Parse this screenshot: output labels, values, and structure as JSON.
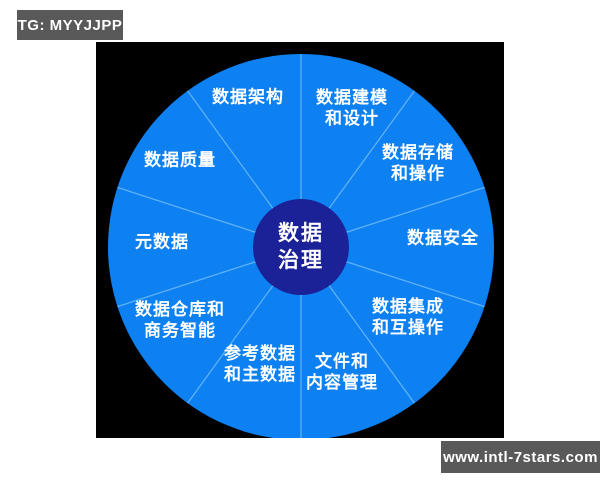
{
  "badges": {
    "top_left": "TG: MYYJJPP",
    "bottom_right": "www.intl-7stars.com"
  },
  "wheel": {
    "center": {
      "lines": [
        "数据",
        "治理"
      ]
    },
    "segments": [
      {
        "lines": [
          "数据架构"
        ]
      },
      {
        "lines": [
          "数据建模",
          "和设计"
        ]
      },
      {
        "lines": [
          "数据存储",
          "和操作"
        ]
      },
      {
        "lines": [
          "数据安全"
        ]
      },
      {
        "lines": [
          "数据集成",
          "和互操作"
        ]
      },
      {
        "lines": [
          "文件和",
          "内容管理"
        ]
      },
      {
        "lines": [
          "参考数据",
          "和主数据"
        ]
      },
      {
        "lines": [
          "数据仓库和",
          "商务智能"
        ]
      },
      {
        "lines": [
          "元数据"
        ]
      },
      {
        "lines": [
          "数据质量"
        ]
      }
    ]
  },
  "colors": {
    "wheel_blue": "#0d80f2",
    "divider_blue": "#5fb1f6",
    "center_navy": "#1b2196",
    "canvas_black": "#000000",
    "badge_gray": "#595959",
    "page_white": "#ffffff",
    "text_white": "#ffffff"
  }
}
